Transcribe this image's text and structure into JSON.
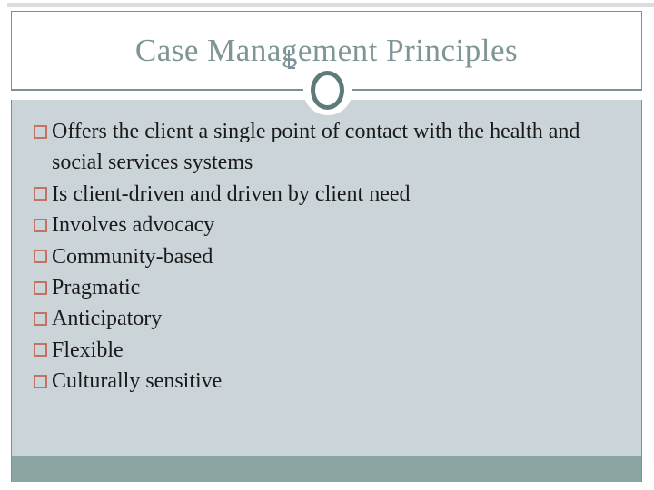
{
  "title": "Case Management Principles",
  "bullets": [
    "Offers the client a single point of contact with the health and social services systems",
    "Is client-driven and driven by client need",
    "Involves advocacy",
    "Community-based",
    "Pragmatic",
    "Anticipatory",
    "Flexible",
    "Culturally sensitive"
  ],
  "decor": {
    "ornament": "ring-ornament",
    "bullet_glyph": "hollow-square"
  },
  "colors": {
    "accent-border": "#7E8F98",
    "title-text": "#7E9697",
    "content-bg": "#CBD5D9",
    "footer-bg": "#8BA5A2",
    "bullet-square": "#C27364",
    "body-text": "#1A1A1A",
    "ring": "#5E7B7B",
    "top-strip": "#D9DDE0"
  }
}
